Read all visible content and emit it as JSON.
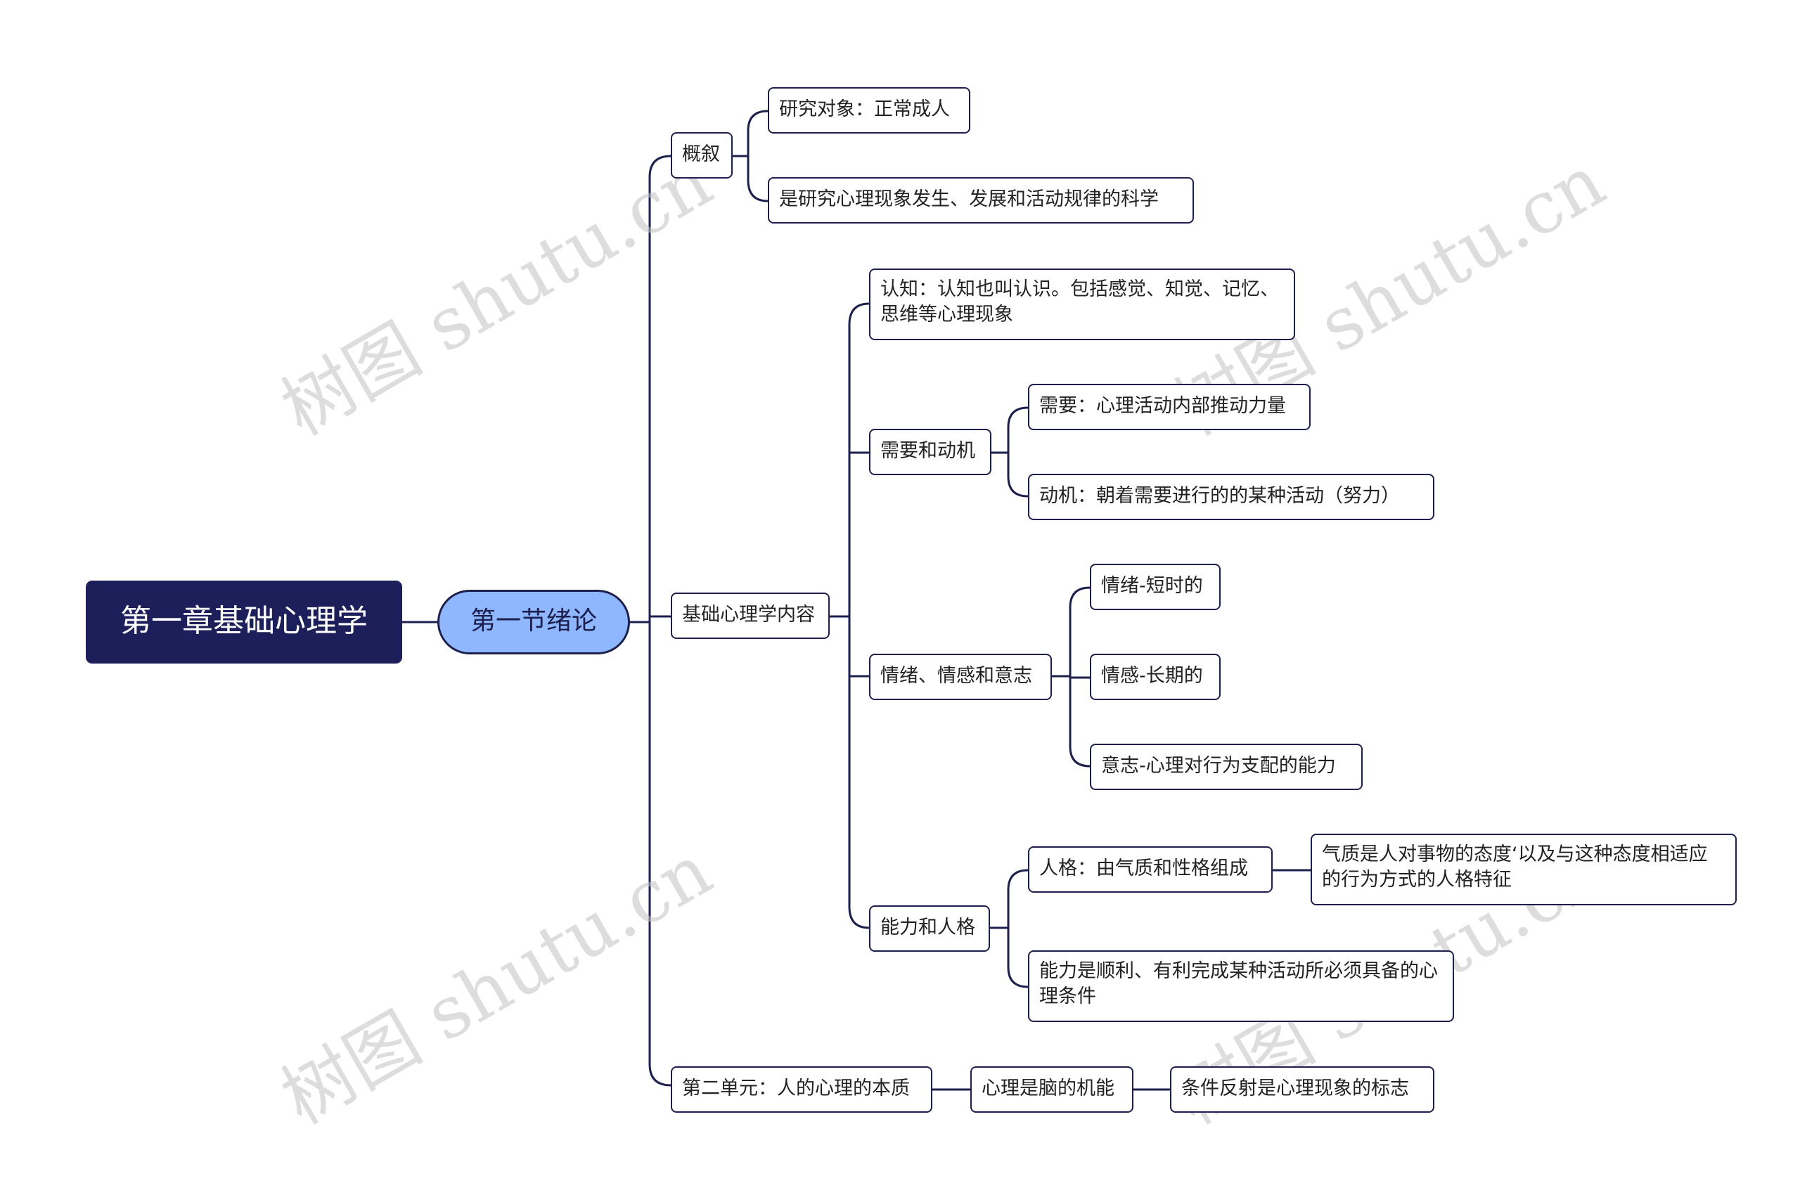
{
  "root": {
    "label": "第一章基础心理学"
  },
  "section": {
    "label": "第一节绪论"
  },
  "topics": {
    "overview": {
      "label": "概叙",
      "items": [
        "研究对象：正常成人",
        "是研究心理现象发生、发展和活动规律的科学"
      ]
    },
    "content": {
      "label": "基础心理学内容",
      "cognition": "认知：认知也叫认识。包括感觉、知觉、记忆、思维等心理现象",
      "need_motive": {
        "label": "需要和动机",
        "items": [
          "需要：心理活动内部推动力量",
          "动机：朝着需要进行的的某种活动（努力）"
        ]
      },
      "emotion": {
        "label": "情绪、情感和意志",
        "items": [
          "情绪-短时的",
          "情感-长期的",
          "意志-心理对行为支配的能力"
        ]
      },
      "ability": {
        "label": "能力和人格",
        "personality": {
          "label": "人格：由气质和性格组成",
          "detail": "气质是人对事物的态度‘以及与这种态度相适应的行为方式的人格特征"
        },
        "ability_def": "能力是顺利、有利完成某种活动所必须具备的心理条件"
      }
    },
    "unit2": {
      "label": "第二单元：人的心理的本质",
      "child": "心理是脑的机能",
      "grandchild": "条件反射是心理现象的标志"
    }
  },
  "watermark": "树图 shutu.cn",
  "colors": {
    "line": "#1d1f4c",
    "root_bg": "#1d1f5a",
    "section_bg": "#8fb7ff",
    "watermark": "#c2c2c2"
  }
}
